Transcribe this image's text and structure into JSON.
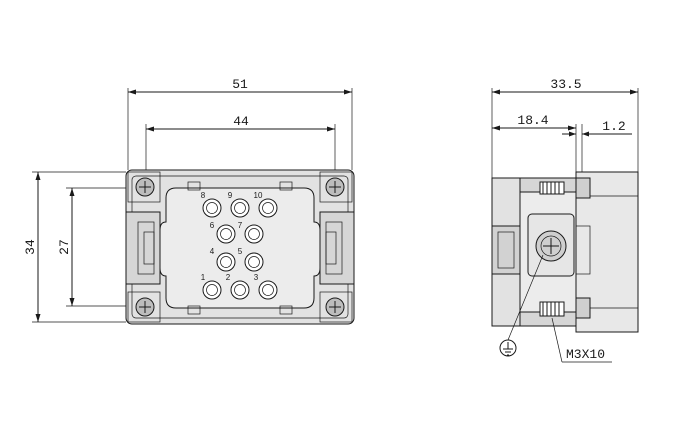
{
  "colors": {
    "housing": "#e2e2e2",
    "insert": "#ececec",
    "dark": "#1a1a1a",
    "screw": "#bdbdbd"
  },
  "front_view": {
    "dims": {
      "overall_width": "51",
      "screw_spacing": "44",
      "overall_height": "34",
      "inner_height": "27"
    },
    "pins": [
      {
        "label": "8"
      },
      {
        "label": "9"
      },
      {
        "label": "10"
      },
      {
        "label": "6"
      },
      {
        "label": "7"
      },
      {
        "label": "4"
      },
      {
        "label": "5"
      },
      {
        "label": "1"
      },
      {
        "label": "2"
      },
      {
        "label": "3"
      }
    ]
  },
  "side_view": {
    "dims": {
      "overall_depth": "33.5",
      "body_depth": "18.4",
      "offset": "1.2"
    },
    "screw_label": "M3X10",
    "ground_icon": "ground-symbol-icon"
  }
}
